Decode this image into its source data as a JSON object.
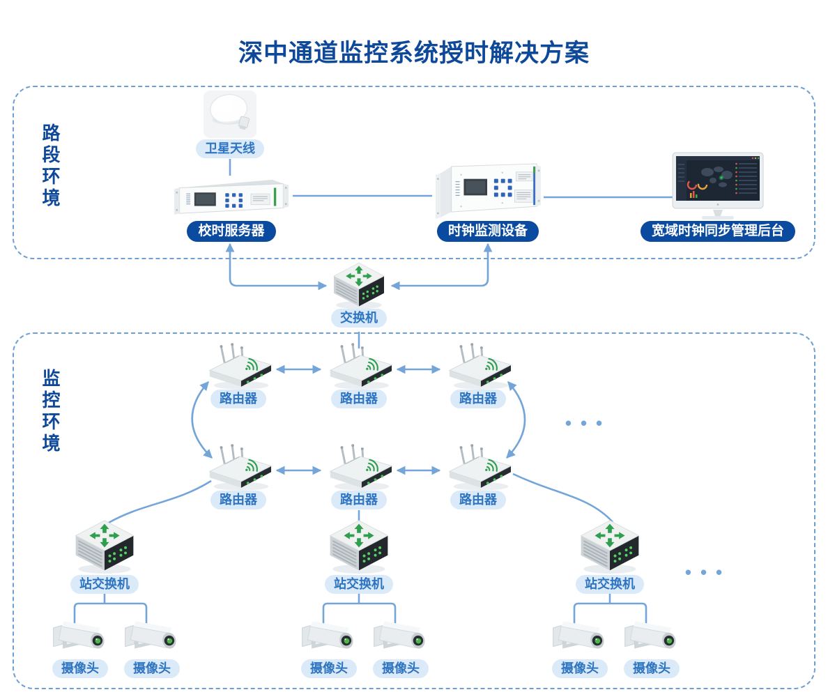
{
  "title": "深中通道监控系统授时解决方案",
  "zones": {
    "road": {
      "label": "路段环境"
    },
    "monitoring": {
      "label": "监控环境"
    }
  },
  "labels": {
    "satellite_antenna": "卫星天线",
    "time_server": "校时服务器",
    "clock_monitor": "时钟监测设备",
    "backend": "宽域时钟同步管理后台",
    "core_switch": "交换机",
    "router": "路由器",
    "station_switch": "站交换机",
    "camera": "摄像头",
    "ellipsis": "•••"
  },
  "colors": {
    "accent": "#0d4899",
    "dark_pill": "#0a4a9f",
    "light_pill_bg": "#daeaf9",
    "light_pill_text": "#2e74c0",
    "line": "#74a5d8",
    "zone_border": "#6d9fd3",
    "green": "#2f9e4f"
  }
}
